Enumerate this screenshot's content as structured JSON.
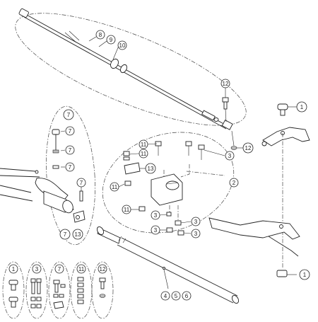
{
  "diagram": {
    "callouts": [
      {
        "id": "c-8",
        "label": "8"
      },
      {
        "id": "c-9",
        "label": "9"
      },
      {
        "id": "c-10",
        "label": "10"
      },
      {
        "id": "c-12-top",
        "label": "12"
      },
      {
        "id": "c-1-top",
        "label": "1"
      },
      {
        "id": "c-12-mid",
        "label": "12"
      },
      {
        "id": "c-3-a",
        "label": "3"
      },
      {
        "id": "c-2",
        "label": "2"
      },
      {
        "id": "c-11-a",
        "label": "11"
      },
      {
        "id": "c-11-b",
        "label": "11"
      },
      {
        "id": "c-13-a",
        "label": "13"
      },
      {
        "id": "c-11-c",
        "label": "11"
      },
      {
        "id": "c-11-d",
        "label": "11"
      },
      {
        "id": "c-3-b",
        "label": "3"
      },
      {
        "id": "c-3-c",
        "label": "3"
      },
      {
        "id": "c-3-d",
        "label": "3"
      },
      {
        "id": "c-3-e",
        "label": "3"
      },
      {
        "id": "c-7-a",
        "label": "7"
      },
      {
        "id": "c-7-b",
        "label": "7"
      },
      {
        "id": "c-7-c",
        "label": "7"
      },
      {
        "id": "c-7-d",
        "label": "7"
      },
      {
        "id": "c-7-e",
        "label": "7"
      },
      {
        "id": "c-7-f",
        "label": "7"
      },
      {
        "id": "c-13-b",
        "label": "13"
      },
      {
        "id": "c-1-bottom",
        "label": "1"
      },
      {
        "id": "c-4",
        "label": "4"
      },
      {
        "id": "c-5",
        "label": "5"
      },
      {
        "id": "c-6",
        "label": "6"
      }
    ],
    "legend": [
      {
        "label": "1"
      },
      {
        "label": "3"
      },
      {
        "label": "7"
      },
      {
        "label": "11"
      },
      {
        "label": "12"
      }
    ]
  }
}
